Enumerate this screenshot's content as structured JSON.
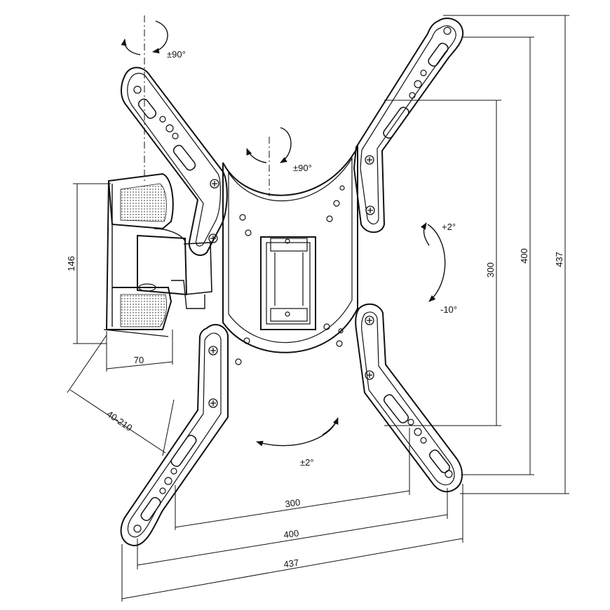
{
  "rotation_labels": {
    "swivel_top": "±90°",
    "rotate_center": "±90°",
    "tilt_up": "+2°",
    "tilt_down": "-10°",
    "level_adjust": "±2°"
  },
  "dimensions": {
    "vertical_300": "300",
    "vertical_400": "400",
    "vertical_437": "437",
    "horizontal_300": "300",
    "horizontal_400": "400",
    "horizontal_437": "437",
    "wall_plate_height": "146",
    "wall_plate_width": "70",
    "extension_range": "40-210"
  },
  "colors": {
    "line": "#111111",
    "background": "#ffffff"
  }
}
